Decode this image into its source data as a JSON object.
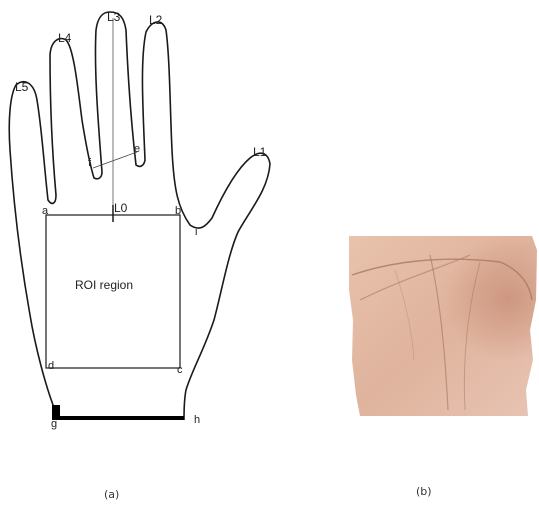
{
  "panel_a": {
    "landmarks": {
      "l1": "L1",
      "l2": "L2",
      "l3": "L3",
      "l4": "L4",
      "l5": "L5",
      "l0": "L0"
    },
    "points": {
      "a": "a",
      "b": "b",
      "c": "c",
      "d": "d",
      "e": "e",
      "f": "f",
      "g": "g",
      "h": "h",
      "i": "i"
    },
    "roi_label": "ROI region",
    "caption": "(a)"
  },
  "panel_b": {
    "caption": "(b)"
  }
}
